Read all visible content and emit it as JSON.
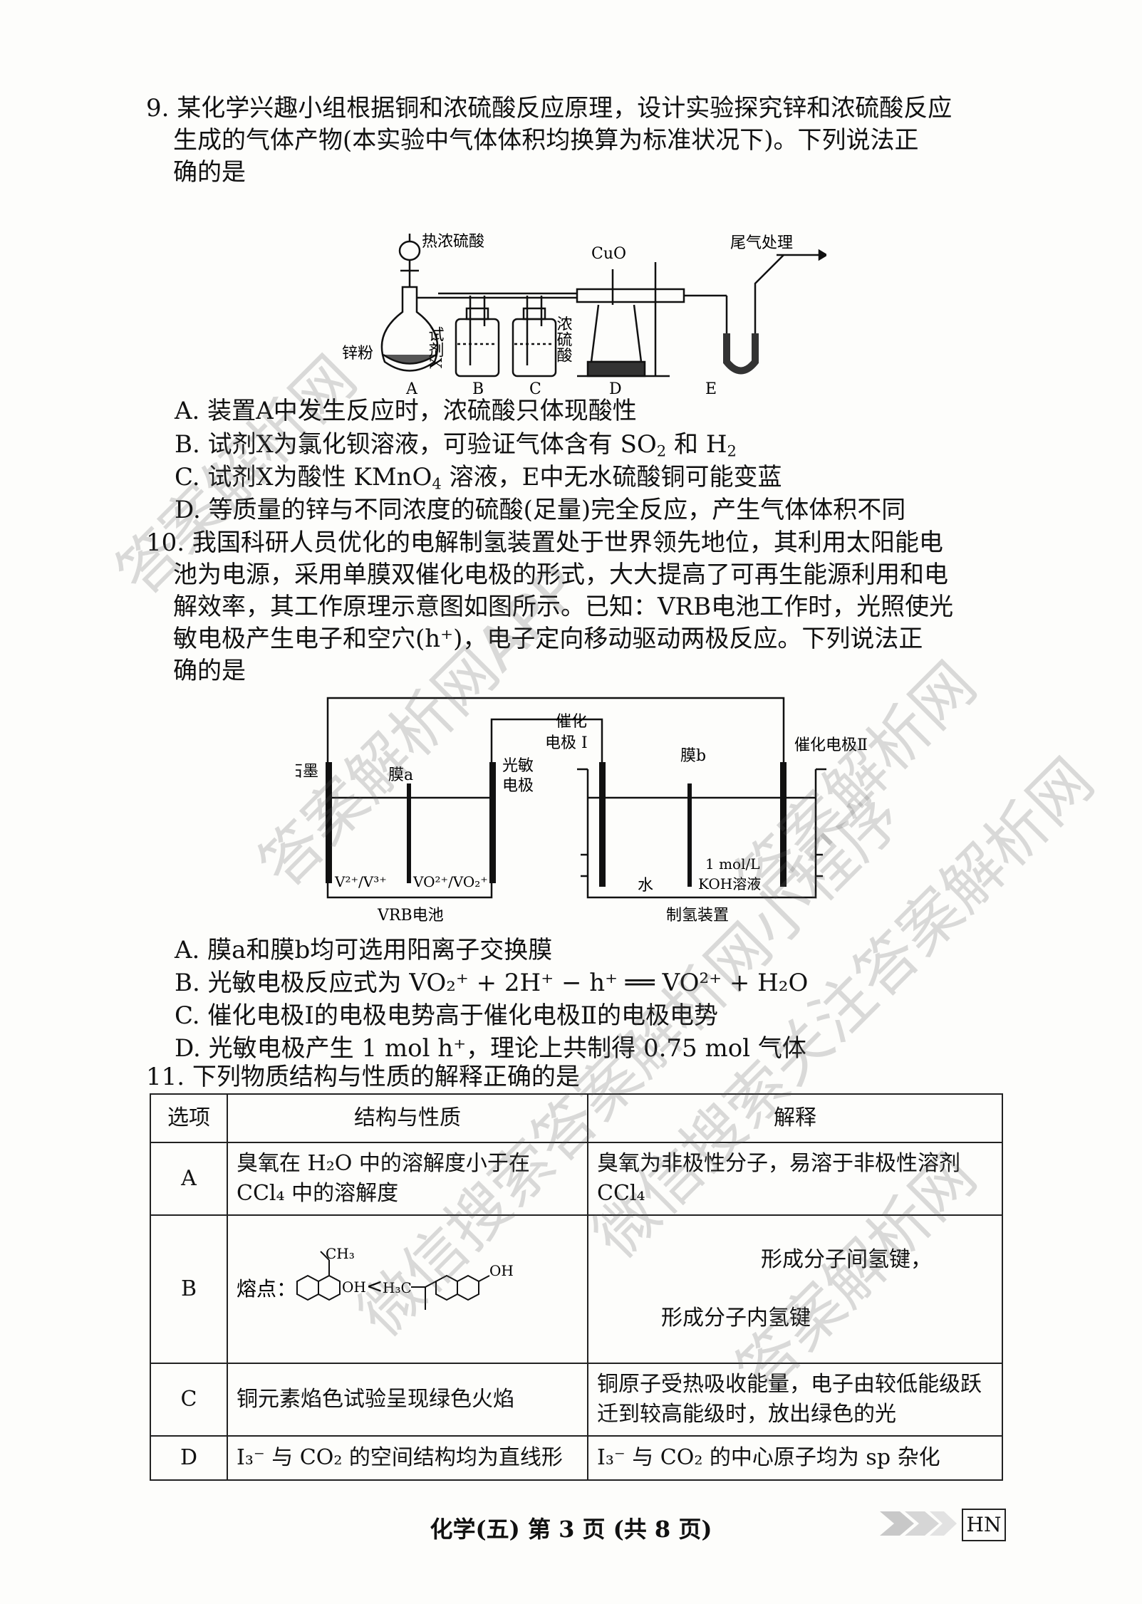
{
  "q9": {
    "stem_l1": "9. 某化学兴趣小组根据铜和浓硫酸反应原理，设计实验探究锌和浓硫酸反应",
    "stem_l2": "生成的气体产物(本实验中气体体积均换算为标准状况下)。下列说法正",
    "stem_l3": "确的是",
    "fig": {
      "hot_acid": "热浓硫酸",
      "zinc": "锌粉",
      "reagent_x": "试剂X",
      "conc_acid": "浓硫酸",
      "cuo": "CuO",
      "tail_gas": "尾气处理",
      "labels": [
        "A",
        "B",
        "C",
        "D",
        "E"
      ]
    },
    "options": {
      "A": "A. 装置A中发生反应时，浓硫酸只体现酸性",
      "B_pre": "B. 试剂X为氯化钡溶液，可验证气体含有 SO",
      "B_sub": "2",
      "B_mid": " 和 H",
      "B_sub2": "2",
      "C_pre": "C. 试剂X为酸性 KMnO",
      "C_sub": "4",
      "C_post": " 溶液，E中无水硫酸铜可能变蓝",
      "D": "D. 等质量的锌与不同浓度的硫酸(足量)完全反应，产生气体体积不同"
    }
  },
  "q10": {
    "stem_l1": "10. 我国科研人员优化的电解制氢装置处于世界领先地位，其利用太阳能电",
    "stem_l2": "池为电源，采用单膜双催化电极的形式，大大提高了可再生能源利用和电",
    "stem_l3": "解效率，其工作原理示意图如图所示。已知：VRB电池工作时，光照使光",
    "stem_l4": "敏电极产生电子和空穴(h⁺)，电子定向移动驱动两极反应。下列说法正",
    "stem_l5": "确的是",
    "fig": {
      "graphite": "石墨",
      "membrane_a": "膜a",
      "photo_electrode_l1": "光敏",
      "photo_electrode_l2": "电极",
      "cat1_l1": "催化",
      "cat1_l2": "电极 Ⅰ",
      "membrane_b": "膜b",
      "cat2": "催化电极Ⅱ",
      "v_left": "V²⁺/V³⁺",
      "v_right": "VO²⁺/VO₂⁺",
      "water": "水",
      "koh_l1": "1 mol/L",
      "koh_l2": "KOH溶液",
      "vrb": "VRB电池",
      "h2_device": "制氢装置"
    },
    "options": {
      "A": "A. 膜a和膜b均可选用阳离子交换膜",
      "B": "B. 光敏电极反应式为 VO₂⁺ + 2H⁺ − h⁺ ══ VO²⁺ + H₂O",
      "C": "C. 催化电极Ⅰ的电极电势高于催化电极Ⅱ的电极电势",
      "D": "D. 光敏电极产生 1 mol h⁺，理论上共制得 0.75 mol 气体"
    }
  },
  "q11": {
    "stem": "11. 下列物质结构与性质的解释正确的是",
    "headers": [
      "选项",
      "结构与性质",
      "解释"
    ],
    "rows": [
      {
        "opt": "A",
        "prop": "臭氧在 H₂O 中的溶解度小于在 CCl₄ 中的溶解度",
        "expl": "臭氧为非极性分子，易溶于非极性溶剂 CCl₄"
      },
      {
        "opt": "B",
        "prop_prefix": "熔点：",
        "prop_lt": "<",
        "expl_l1": "形成分子间氢键，",
        "expl_l2": "形成分子内氢键",
        "mol_ch3": "CH₃",
        "mol_oh": "OH",
        "mol_h3c": "H₃C"
      },
      {
        "opt": "C",
        "prop": "铜元素焰色试验呈现绿色火焰",
        "expl": "铜原子受热吸收能量，电子由较低能级跃迁到较高能级时，放出绿色的光"
      },
      {
        "opt": "D",
        "prop": "I₃⁻ 与 CO₂ 的空间结构均为直线形",
        "expl": "I₃⁻ 与 CO₂ 的中心原子均为 sp 杂化"
      }
    ]
  },
  "footer": {
    "text": "化学(五) 第 3 页 (共 8 页)",
    "badge": "HN"
  },
  "watermarks": [
    "答案解析网",
    "答案解析网APP",
    "答案解析网",
    "微信搜索关注答案解析网",
    "微信搜索答案解析网小程序",
    "答案解析网"
  ]
}
